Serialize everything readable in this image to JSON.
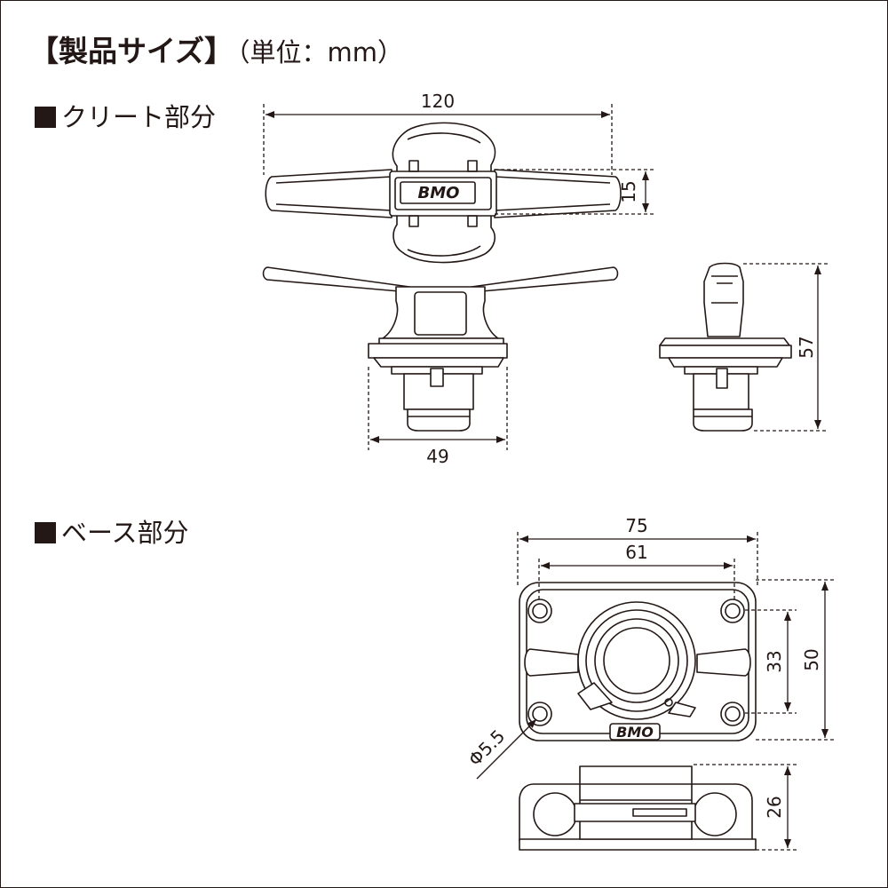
{
  "title": {
    "main": "【製品サイズ】",
    "unit": "（単位：mm）"
  },
  "sections": {
    "cleat": "クリート部分",
    "base": "ベース部分"
  },
  "logo_text": "BMO",
  "dimensions": {
    "cleat_width": "120",
    "cleat_thickness": "15",
    "cleat_height": "57",
    "cleat_base_width": "49",
    "base_width": "75",
    "base_hole_pitch_x": "61",
    "base_depth": "50",
    "base_hole_pitch_y": "33",
    "base_hole_dia": "Φ5.5",
    "base_height": "26"
  },
  "colors": {
    "line": "#231815",
    "background": "#ffffff"
  }
}
